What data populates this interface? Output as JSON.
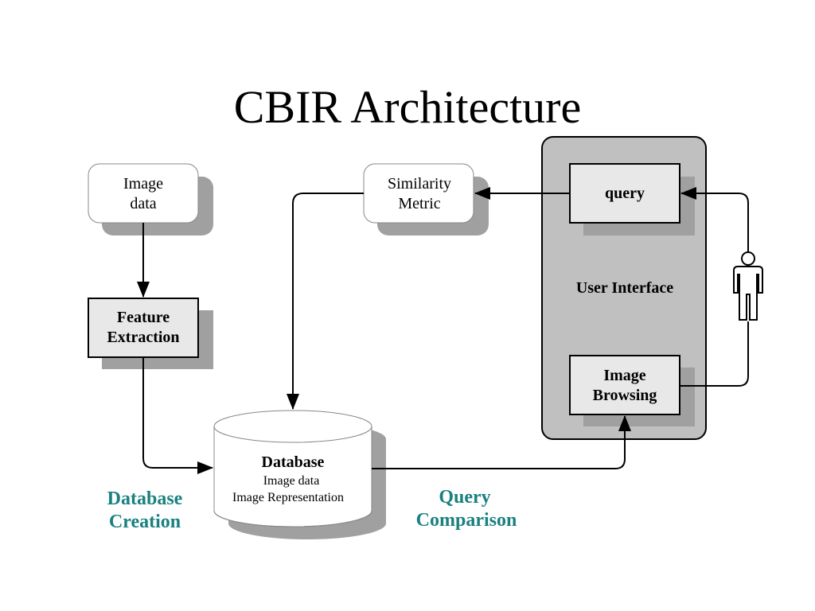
{
  "title": "CBIR Architecture",
  "nodes": {
    "image_data": {
      "line1": "Image",
      "line2": "data"
    },
    "feature_extraction": {
      "line1": "Feature",
      "line2": "Extraction"
    },
    "similarity_metric": {
      "line1": "Similarity",
      "line2": "Metric"
    },
    "query": {
      "label": "query"
    },
    "user_interface": {
      "label": "User Interface"
    },
    "image_browsing": {
      "line1": "Image",
      "line2": "Browsing"
    },
    "database": {
      "label": "Database",
      "line1": "Image data",
      "line2": "Image Representation"
    }
  },
  "captions": {
    "database_creation": {
      "line1": "Database",
      "line2": "Creation"
    },
    "query_comparison": {
      "line1": "Query",
      "line2": "Comparison"
    }
  },
  "colors": {
    "caption": "#1a8080",
    "panel": "#c0c0c0",
    "shadow": "#a0a0a0",
    "box_fill": "#e8e8e8"
  },
  "icons": {
    "user": "person-icon"
  }
}
